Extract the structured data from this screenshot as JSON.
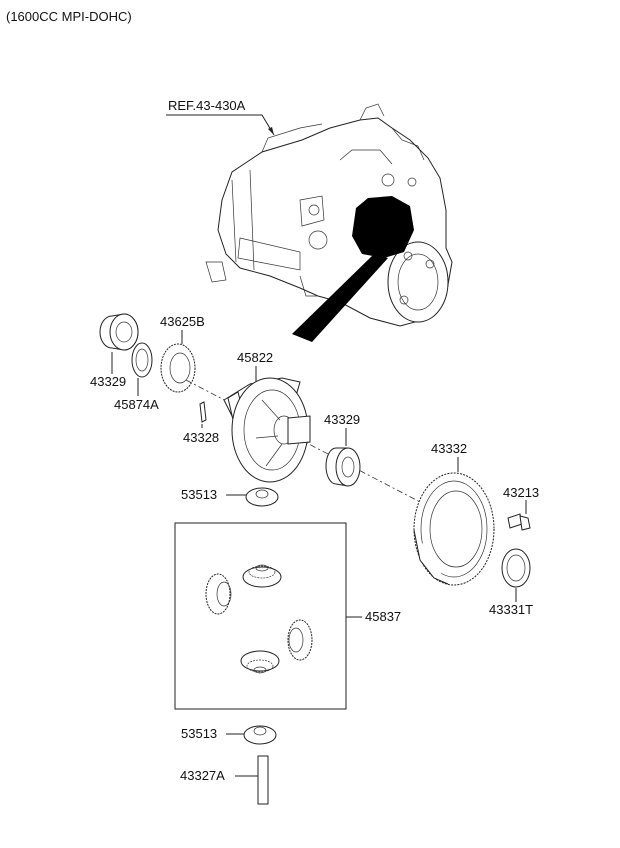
{
  "header": {
    "title": "(1600CC MPI-DOHC)"
  },
  "reference": {
    "label": "REF.43-430A"
  },
  "parts": [
    {
      "id": "p43329a",
      "number": "43329"
    },
    {
      "id": "p43625B",
      "number": "43625B"
    },
    {
      "id": "p45874A",
      "number": "45874A"
    },
    {
      "id": "p45822",
      "number": "45822"
    },
    {
      "id": "p43328",
      "number": "43328"
    },
    {
      "id": "p43329b",
      "number": "43329"
    },
    {
      "id": "p43332",
      "number": "43332"
    },
    {
      "id": "p43213",
      "number": "43213"
    },
    {
      "id": "p53513a",
      "number": "53513"
    },
    {
      "id": "p43331T",
      "number": "43331T"
    },
    {
      "id": "p45837",
      "number": "45837"
    },
    {
      "id": "p53513b",
      "number": "53513"
    },
    {
      "id": "p43327A",
      "number": "43327A"
    }
  ]
}
